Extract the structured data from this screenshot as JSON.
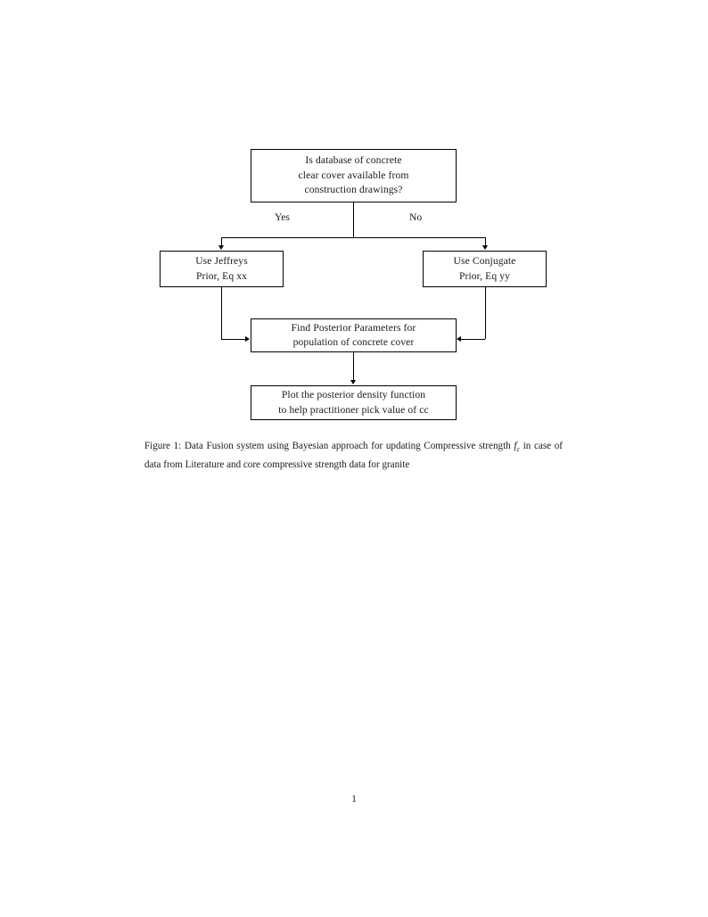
{
  "document": {
    "page_number": "1"
  },
  "figure": {
    "nodes": {
      "question": {
        "line1": "Is database of concrete",
        "line2": "clear cover available from",
        "line3": "construction drawings?"
      },
      "jeffreys": {
        "line1": "Use Jeffreys",
        "line2": "Prior, Eq xx"
      },
      "conjugate": {
        "line1": "Use Conjugate",
        "line2": "Prior, Eq yy"
      },
      "posterior": {
        "line1": "Find Posterior Parameters for",
        "line2": "population of concrete cover"
      },
      "plot": {
        "line1": "Plot the posterior density function",
        "line2": "to help practitioner pick value of cc"
      }
    },
    "edge_labels": {
      "yes": "Yes",
      "no": "No"
    },
    "caption": {
      "label": "Figure 1:",
      "text_before_math": "Data Fusion system using Bayesian approach for updating Compressive strength",
      "math_base": "f",
      "math_sub": "c",
      "text_after_math": "in case of data from Literature and core compressive strength data for granite"
    }
  },
  "colors": {
    "ink": "#1a1a1a",
    "rule": "#000000",
    "paper": "#ffffff"
  }
}
